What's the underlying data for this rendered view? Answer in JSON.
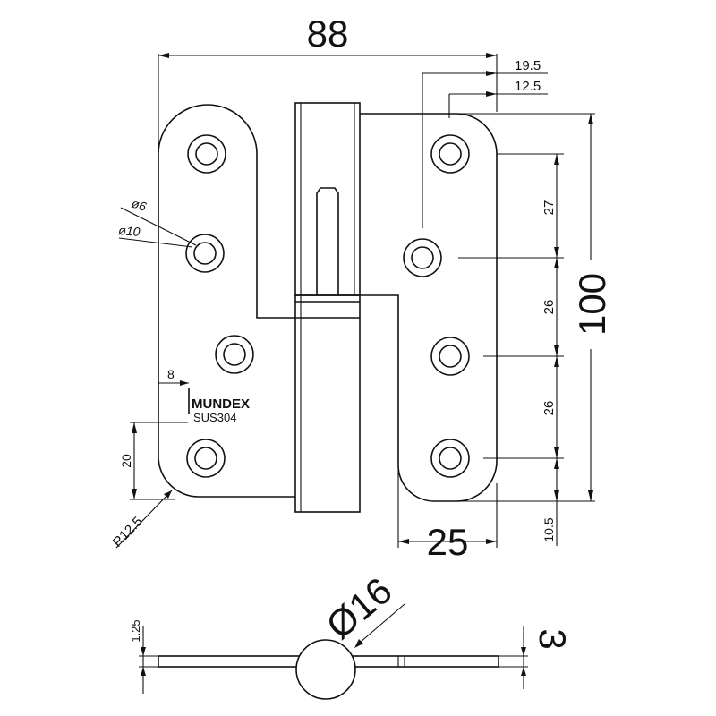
{
  "dimensions": {
    "overall_width": "88",
    "offset_outer": "19.5",
    "offset_inner": "12.5",
    "hole_small_dia": "ø6",
    "hole_large_dia": "ø10",
    "spacing_1": "27",
    "spacing_2": "26",
    "spacing_3": "26",
    "overall_height": "100",
    "edge_offset_left": "8",
    "bottom_hole_height": "20",
    "corner_radius": "R12.5",
    "bottom_margin": "10.5",
    "leaf_width": "25",
    "pin_diameter": "Ø16",
    "plate_thickness": "1.25",
    "total_thickness": "3"
  },
  "marking": {
    "brand": "MUNDEX",
    "material": "SUS304"
  }
}
